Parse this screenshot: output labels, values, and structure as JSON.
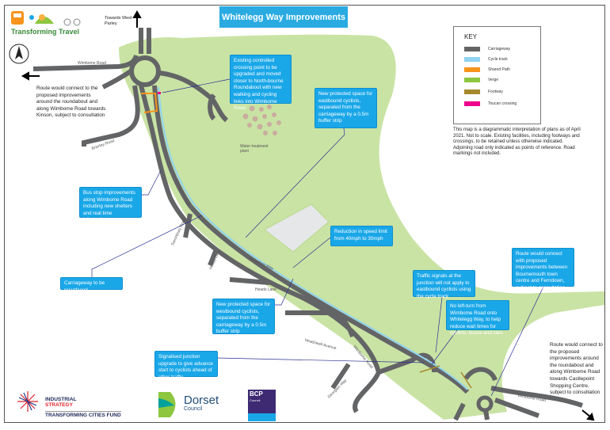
{
  "title": "Whitelegg Way Improvements",
  "logo": {
    "text": "Transforming Travel"
  },
  "directions": {
    "north": "Towards West Parley"
  },
  "road_labels": {
    "wimborne_top": "Wimbome Road",
    "brierley": "Brierley Road",
    "wimborne_mid": "Wimborne Road",
    "saxonbury": "Saxonbury Road",
    "heads_lane_1": "Heads Lane",
    "heads_lane_2": "Heads Lane",
    "whitelegg": "Whitelegg Way",
    "headswell": "Headswell Avenue",
    "wimborne_low": "Wimborne Road",
    "georgian": "Georgian Way",
    "wimborne_br": "Wimborne Road",
    "water_plant": "Water treatment plant"
  },
  "notes": {
    "route_kinson": "Route would connect to the proposed improvements around the roundabout and along Wimbome Road towards Kinson, subject to consultation",
    "route_castlepoint": "Route would connect to the proposed improvements around the roundabout and along Wimbome Road towards Castlepoint Shopping Centre, subject to consultation"
  },
  "callouts": {
    "crossing": "Existing controlled crossing point to be upgraded and moved closer to North-bourne Roundabout with new walking and cycling links into Wimbome Road",
    "eastbound": "New protected space for eastbound cyclists, separated from the carriageway by a 0.5m buffer strip",
    "bus_stop": "Bus stop improvements along Wimbome Road including new shelters and real time information",
    "resurface": "Carriageway to be resurfaced",
    "speed": "Reduction in speed limit from 40mph to 30mph",
    "westbound": "New protected space for westbound cyclists, separated from the carriageway by a 0.5m buffer strip",
    "signalised": "Signalised junction upgrade to give advance start to cyclists ahead of other traffic",
    "signals": "Traffic signals at the junction will not apply to eastbound cyclists using the cycle track",
    "left_turn": "No left-turn from Wimbome Road onto Whitelegg Way, to help reduce wait times for cyclists, buses and cars",
    "bournemouth": "Route would connect with proposed improvements between  Bournemouth town centre and Ferndown, subject to consultation"
  },
  "key": {
    "title": "KEY",
    "items": [
      {
        "label": "Carriageway",
        "color": "#636466"
      },
      {
        "label": "Cycle track",
        "color": "#8fd3f0"
      },
      {
        "label": "Shared Path",
        "color": "#f7941d"
      },
      {
        "label": "Verge",
        "color": "#8dc63f"
      },
      {
        "label": "Footway",
        "color": "#a6892c"
      },
      {
        "label": "Toucan crossing",
        "color": "#ec008c"
      }
    ]
  },
  "disclaimer": "This map is a diagrammatic interpretation of plans as of April 2021. Not to scale. Existing facilities, including footways and crossings, to be retained unless otherwise indicated. Adjoining road only indicated as points of reference. Road markings not included.",
  "sponsors": {
    "industrial_1": "INDUSTRIAL",
    "industrial_2": "STRATEGY",
    "industrial_3": "TRANSFORMING CITIES FUND",
    "dorset": "Dorset",
    "dorset_sub": "Council",
    "bcp": "BCP",
    "bcp_sub": "Council"
  }
}
